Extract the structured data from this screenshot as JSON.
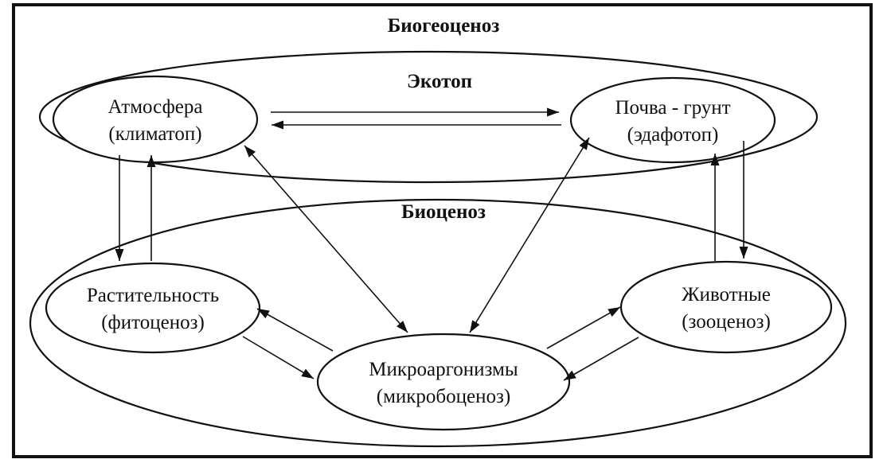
{
  "diagram": {
    "title": "Биогеоценоз",
    "groups": {
      "ecotope": "Экотоп",
      "biocenosis": "Биоценоз"
    },
    "nodes": {
      "atmosphere": {
        "line1": "Атмосфера",
        "line2": "(климатоп)"
      },
      "soil": {
        "line1": "Почва - грунт",
        "line2": "(эдафотоп)"
      },
      "vegetation": {
        "line1": "Растительность",
        "line2": "(фитоценоз)"
      },
      "animals": {
        "line1": "Животные",
        "line2": "(зооценоз)"
      },
      "microorganisms": {
        "line1": "Микроаргонизмы",
        "line2": "(микробоценоз)"
      }
    }
  }
}
